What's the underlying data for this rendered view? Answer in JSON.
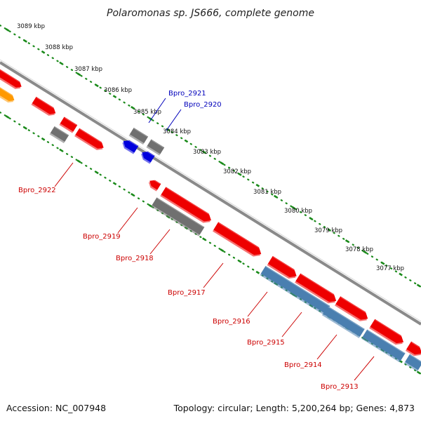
{
  "title": "Polaromonas sp. JS666, complete genome",
  "footer": {
    "accession": "Accession: NC_007948",
    "stats": "Topology: circular; Length: 5,200,264 bp; Genes: 4,873"
  },
  "colors": {
    "red": "#ee0000",
    "gray": "#707070",
    "blue": "#0000dd",
    "steel": "#4a7fb0",
    "orange": "#ff9900",
    "ruler": "#1a8a1a",
    "outer_label": "#0000bb",
    "inner_label": "#cc0000"
  },
  "scale_labels": [
    "3089 kbp",
    "3088 kbp",
    "3087 kbp",
    "3086 kbp",
    "3085 kbp",
    "3084 kbp",
    "3083 kbp",
    "3082 kbp",
    "3081 kbp",
    "3080 kbp",
    "3079 kbp",
    "3078 kbp",
    "3077 kbp"
  ],
  "gene_labels": {
    "outer": [
      "Bpro_2921",
      "Bpro_2920"
    ],
    "inner": [
      "Bpro_2922",
      "Bpro_2919",
      "Bpro_2918",
      "Bpro_2917",
      "Bpro_2916",
      "Bpro_2915",
      "Bpro_2914",
      "Bpro_2913"
    ]
  }
}
